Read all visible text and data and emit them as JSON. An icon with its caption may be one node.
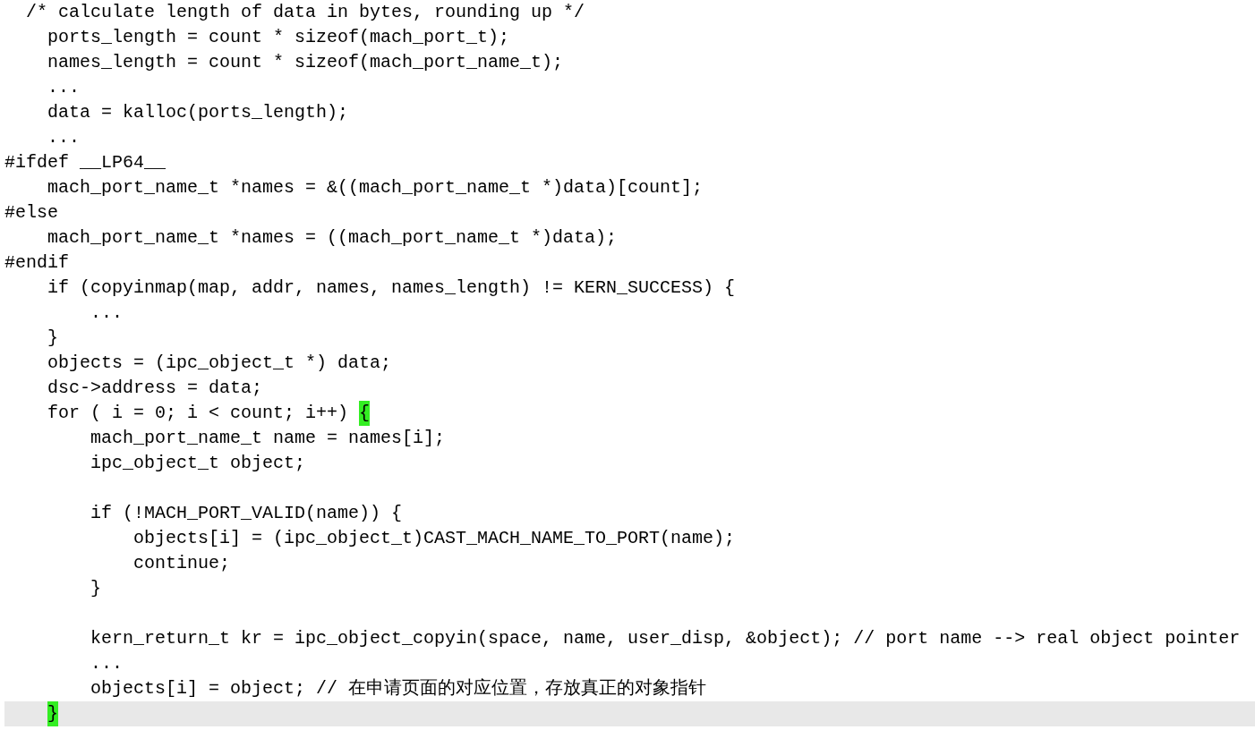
{
  "diagram": {
    "labels": [
      "/* calculate length of data in bytes, rounding up */",
      "ports_length = count * sizeof(mach_port_t);",
      "names_length = count * sizeof(mach_port_name_t);",
      "...",
      "data = kalloc(ports_length);",
      "...",
      "#ifdef __LP64__",
      "mach_port_name_t *names = &((mach_port_name_t *)data)[count];",
      "#else",
      "mach_port_name_t *names = ((mach_port_name_t *)data);",
      "#endif",
      "if (copyinmap(map, addr, names, names_length) != KERN_SUCCESS) {",
      "...",
      "}",
      "objects = (ipc_object_t *) data;",
      "dsc->address = data;",
      "for ( i = 0; i < count; i++)",
      "{",
      "mach_port_name_t name = names[i];",
      "ipc_object_t object;",
      "if (!MACH_PORT_VALID(name)) {",
      "objects[i] = (ipc_object_t)CAST_MACH_NAME_TO_PORT(name);",
      "continue;",
      "}",
      "kern_return_t kr = ipc_object_copyin(space, name, user_disp, &object); // port name --> real object pointer",
      "...",
      "objects[i] = object; // 在申请页面的对应位置，存放真正的对象指针",
      "}"
    ]
  }
}
